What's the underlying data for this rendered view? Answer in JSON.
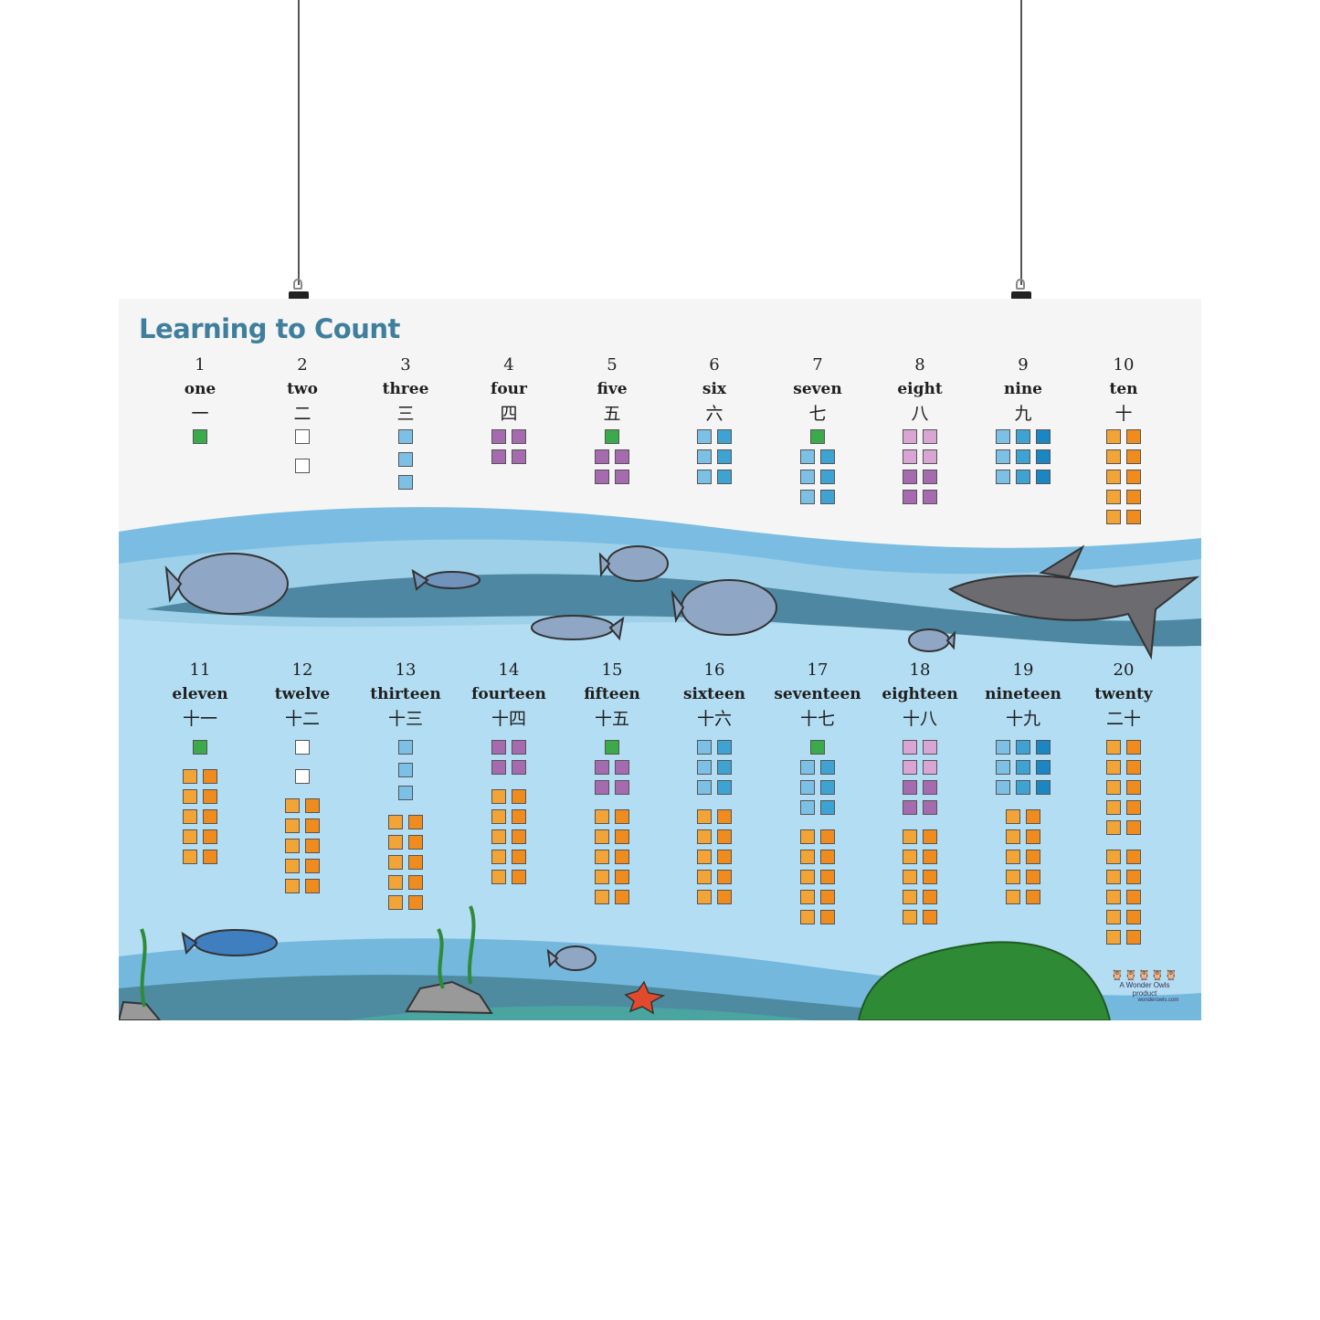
{
  "title": "Learning to Count",
  "colors": {
    "green": "#3aaa4a",
    "white": "#ffffff",
    "lightblue": "#7cc0e6",
    "blue": "#3ea3d3",
    "darkblue": "#1b86c4",
    "purple": "#a66aae",
    "pink": "#d8a5d5",
    "orange": "#f3a436",
    "orange2": "#ef8c1d"
  },
  "numbers": [
    {
      "n": "1",
      "word": "one",
      "cn": "一",
      "groups": [
        {
          "c": [
            "green"
          ],
          "cols": 1,
          "count": 1
        }
      ]
    },
    {
      "n": "2",
      "word": "two",
      "cn": "二",
      "groups": [
        {
          "c": [
            "white"
          ],
          "cols": 1,
          "count": 1,
          "sep": true
        },
        {
          "c": [
            "white"
          ],
          "cols": 1,
          "count": 1
        }
      ]
    },
    {
      "n": "3",
      "word": "three",
      "cn": "三",
      "groups": [
        {
          "c": [
            "lightblue"
          ],
          "cols": 1,
          "count": 3
        }
      ]
    },
    {
      "n": "4",
      "word": "four",
      "cn": "四",
      "groups": [
        {
          "c": [
            "purple"
          ],
          "cols": 2,
          "count": 4
        }
      ]
    },
    {
      "n": "5",
      "word": "five",
      "cn": "五",
      "groups": [
        {
          "c": [
            "green"
          ],
          "cols": 1,
          "count": 1
        },
        {
          "c": [
            "purple"
          ],
          "cols": 2,
          "count": 4
        }
      ]
    },
    {
      "n": "6",
      "word": "six",
      "cn": "六",
      "groups": [
        {
          "c": [
            "lightblue",
            "blue"
          ],
          "cols": 2,
          "count": 6
        }
      ]
    },
    {
      "n": "7",
      "word": "seven",
      "cn": "七",
      "groups": [
        {
          "c": [
            "green"
          ],
          "cols": 1,
          "count": 1
        },
        {
          "c": [
            "lightblue",
            "blue"
          ],
          "cols": 2,
          "count": 6
        }
      ]
    },
    {
      "n": "8",
      "word": "eight",
      "cn": "八",
      "groups": [
        {
          "c": [
            "pink"
          ],
          "cols": 2,
          "count": 4
        },
        {
          "c": [
            "purple"
          ],
          "cols": 2,
          "count": 4
        }
      ]
    },
    {
      "n": "9",
      "word": "nine",
      "cn": "九",
      "groups": [
        {
          "c": [
            "lightblue",
            "blue",
            "darkblue"
          ],
          "cols": 3,
          "count": 9
        }
      ]
    },
    {
      "n": "10",
      "word": "ten",
      "cn": "十",
      "groups": [
        {
          "c": [
            "orange",
            "orange2"
          ],
          "cols": 2,
          "count": 10
        }
      ]
    },
    {
      "n": "11",
      "word": "eleven",
      "cn": "十一",
      "groups": [
        {
          "c": [
            "green"
          ],
          "cols": 1,
          "count": 1,
          "sep": true
        },
        {
          "c": [
            "orange",
            "orange2"
          ],
          "cols": 2,
          "count": 10
        }
      ]
    },
    {
      "n": "12",
      "word": "twelve",
      "cn": "十二",
      "groups": [
        {
          "c": [
            "white"
          ],
          "cols": 1,
          "count": 1,
          "sep": true
        },
        {
          "c": [
            "white"
          ],
          "cols": 1,
          "count": 1,
          "sep": true
        },
        {
          "c": [
            "orange",
            "orange2"
          ],
          "cols": 2,
          "count": 10
        }
      ]
    },
    {
      "n": "13",
      "word": "thirteen",
      "cn": "十三",
      "groups": [
        {
          "c": [
            "lightblue"
          ],
          "cols": 1,
          "count": 3,
          "sep": true
        },
        {
          "c": [
            "orange",
            "orange2"
          ],
          "cols": 2,
          "count": 10
        }
      ]
    },
    {
      "n": "14",
      "word": "fourteen",
      "cn": "十四",
      "groups": [
        {
          "c": [
            "purple"
          ],
          "cols": 2,
          "count": 4,
          "sep": true
        },
        {
          "c": [
            "orange",
            "orange2"
          ],
          "cols": 2,
          "count": 10
        }
      ]
    },
    {
      "n": "15",
      "word": "fifteen",
      "cn": "十五",
      "groups": [
        {
          "c": [
            "green"
          ],
          "cols": 1,
          "count": 1
        },
        {
          "c": [
            "purple"
          ],
          "cols": 2,
          "count": 4,
          "sep": true
        },
        {
          "c": [
            "orange",
            "orange2"
          ],
          "cols": 2,
          "count": 10
        }
      ]
    },
    {
      "n": "16",
      "word": "sixteen",
      "cn": "十六",
      "groups": [
        {
          "c": [
            "lightblue",
            "blue"
          ],
          "cols": 2,
          "count": 6,
          "sep": true
        },
        {
          "c": [
            "orange",
            "orange2"
          ],
          "cols": 2,
          "count": 10
        }
      ]
    },
    {
      "n": "17",
      "word": "seventeen",
      "cn": "十七",
      "groups": [
        {
          "c": [
            "green"
          ],
          "cols": 1,
          "count": 1
        },
        {
          "c": [
            "lightblue",
            "blue"
          ],
          "cols": 2,
          "count": 6,
          "sep": true
        },
        {
          "c": [
            "orange",
            "orange2"
          ],
          "cols": 2,
          "count": 10
        }
      ]
    },
    {
      "n": "18",
      "word": "eighteen",
      "cn": "十八",
      "groups": [
        {
          "c": [
            "pink"
          ],
          "cols": 2,
          "count": 4
        },
        {
          "c": [
            "purple"
          ],
          "cols": 2,
          "count": 4,
          "sep": true
        },
        {
          "c": [
            "orange",
            "orange2"
          ],
          "cols": 2,
          "count": 10
        }
      ]
    },
    {
      "n": "19",
      "word": "nineteen",
      "cn": "十九",
      "groups": [
        {
          "c": [
            "lightblue",
            "blue",
            "darkblue"
          ],
          "cols": 3,
          "count": 9,
          "sep": true
        },
        {
          "c": [
            "orange",
            "orange2"
          ],
          "cols": 2,
          "count": 10
        }
      ]
    },
    {
      "n": "20",
      "word": "twenty",
      "cn": "二十",
      "groups": [
        {
          "c": [
            "orange",
            "orange2"
          ],
          "cols": 2,
          "count": 10,
          "sep": true
        },
        {
          "c": [
            "orange",
            "orange2"
          ],
          "cols": 2,
          "count": 10
        }
      ]
    }
  ],
  "logo": {
    "tagline": "A Wonder Owls product",
    "site": "wonderowls.com"
  }
}
